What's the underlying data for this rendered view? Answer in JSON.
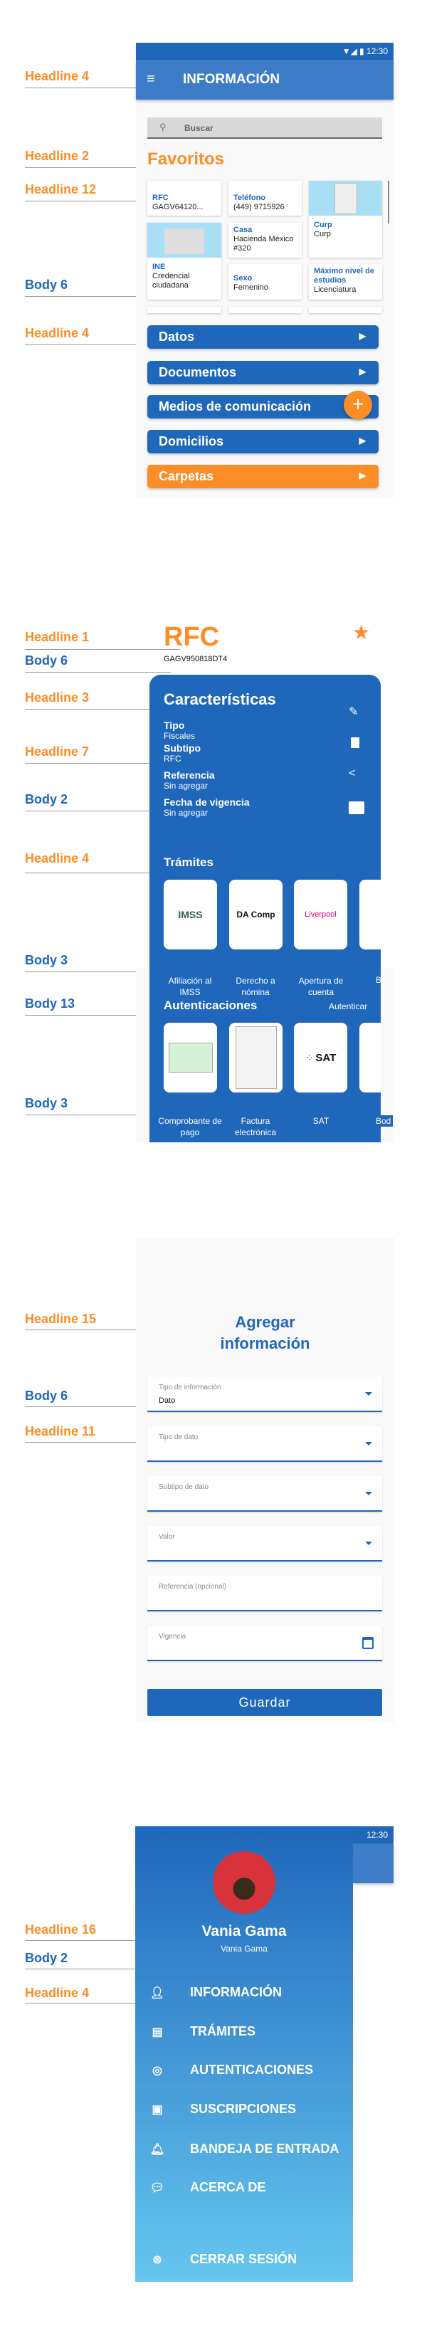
{
  "labels": {
    "s1": [
      "Headline 4",
      "Headline 2",
      "Headline 12",
      "Body 6",
      "Headline 4"
    ],
    "s2": [
      "Headline 1",
      "Body 6",
      "Headline 3",
      "Headline 7",
      "Body 2",
      "Headline 4",
      "Body 3",
      "Body 13",
      "Body 3"
    ],
    "s3": [
      "Headline 15",
      "Body 6",
      "Headline 11"
    ],
    "s4": [
      "Headline 16",
      "Body 2",
      "Headline 4"
    ]
  },
  "status": {
    "time": "12:30"
  },
  "screen1": {
    "title": "INFORMACIÓN",
    "search_placeholder": "Buscar",
    "favorites_title": "Favoritos",
    "cards": [
      {
        "title": "RFC",
        "value": "GAGV64120..."
      },
      {
        "title": "Teléfono",
        "value": "(449) 9715926"
      },
      {
        "title": "Curp",
        "value": "Curp"
      },
      {
        "title": "INE",
        "value": "Credencial ciudadana"
      },
      {
        "title": "Casa",
        "value": "Hacienda México #320"
      },
      {
        "title": "Sexo",
        "value": "Femenino"
      },
      {
        "title": "Máximo nivel de estudios",
        "value": "Licenciatura"
      }
    ],
    "sections": [
      "Datos",
      "Documentos",
      "Medios de comunicación",
      "Domicilios",
      "Carpetas"
    ],
    "fab": "+"
  },
  "screen2": {
    "title": "RFC",
    "code": "GAGV950818DT4",
    "card_title": "Características",
    "fields": [
      {
        "label": "Tipo",
        "value": "Fiscales"
      },
      {
        "label": "Subtipo",
        "value": "RFC"
      },
      {
        "label": "Referencia",
        "value": "Sin agregar"
      },
      {
        "label": "Fecha de vigencia",
        "value": "Sin agregar"
      }
    ],
    "tramites_title": "Trámites",
    "tramites": [
      "Afiliación al IMSS",
      "Derecho a nómina",
      "Apertura de cuenta",
      "B"
    ],
    "tramite_logos": [
      "IMSS",
      "DA Comp",
      "Liverpool"
    ],
    "auth_title": "Autenticaciones",
    "auth_action": "Autenticar",
    "auths": [
      "Comprobante de pago",
      "Factura electrónica",
      "SAT",
      "Bod"
    ],
    "auth_logo": "SAT"
  },
  "screen3": {
    "title": "Agregar información",
    "fields": [
      {
        "label": "Tipo de información",
        "value": "Dato"
      },
      {
        "label": "Tipo de dato",
        "value": ""
      },
      {
        "label": "Subtipo de dato",
        "value": ""
      },
      {
        "label": "Valor",
        "value": ""
      },
      {
        "label": "Referencia (opcional)",
        "value": ""
      },
      {
        "label": "Vigencia",
        "value": ""
      }
    ],
    "save": "Guardar"
  },
  "screen4": {
    "name": "Vania Gama",
    "subname": "Vania Gama",
    "menu": [
      "INFORMACIÓN",
      "TRÁMITES",
      "AUTENTICACIONES",
      "SUSCRIPCIONES",
      "BANDEJA DE ENTRADA",
      "ACERCA DE"
    ],
    "logout": "CERRAR SESIÓN"
  }
}
